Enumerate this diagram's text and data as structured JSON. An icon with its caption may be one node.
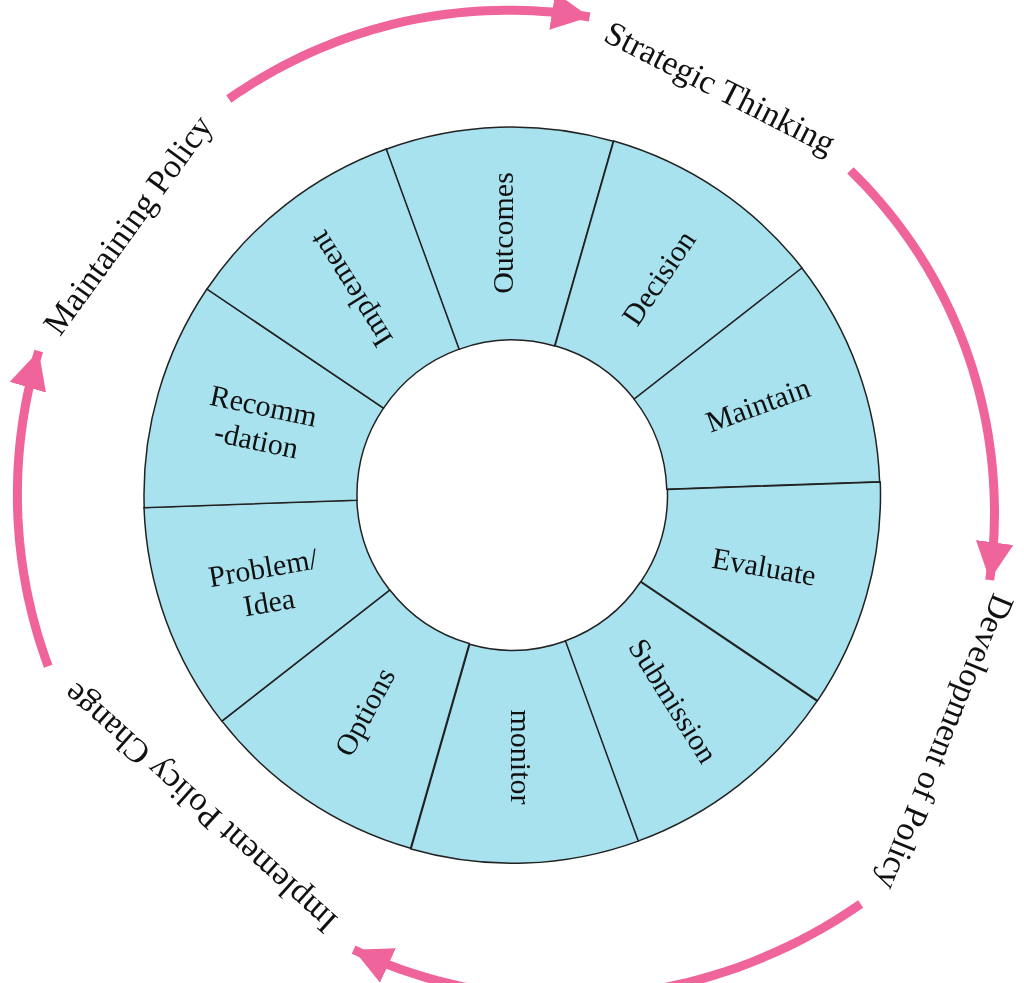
{
  "diagram": {
    "nodes": [
      {
        "text": [
          "Strategic Thinking"
        ]
      },
      {
        "text": [
          "Development of Policy"
        ]
      },
      {
        "text": [
          "Implement Policy Change"
        ]
      },
      {
        "text": [
          "Maintaining Policy"
        ]
      },
      {
        "text": [
          "Outcomes"
        ]
      },
      {
        "text": [
          "Decision"
        ]
      },
      {
        "text": [
          "Maintain"
        ]
      },
      {
        "text": [
          "Evaluate"
        ]
      },
      {
        "text": [
          "Submission"
        ]
      },
      {
        "text": [
          "monitor"
        ]
      },
      {
        "text": [
          "Options"
        ]
      },
      {
        "text": [
          "Problem/ Idea"
        ]
      },
      {
        "text": [
          "Recomm -dation"
        ]
      },
      {
        "text": [
          "Implement"
        ]
      }
    ],
    "edges": [
      {
        "from": 3,
        "to": 0,
        "arrow": "to"
      },
      {
        "from": 0,
        "to": 1,
        "arrow": "to"
      },
      {
        "from": 1,
        "to": 2,
        "arrow": "to"
      },
      {
        "from": 2,
        "to": 3,
        "arrow": "to"
      }
    ]
  }
}
